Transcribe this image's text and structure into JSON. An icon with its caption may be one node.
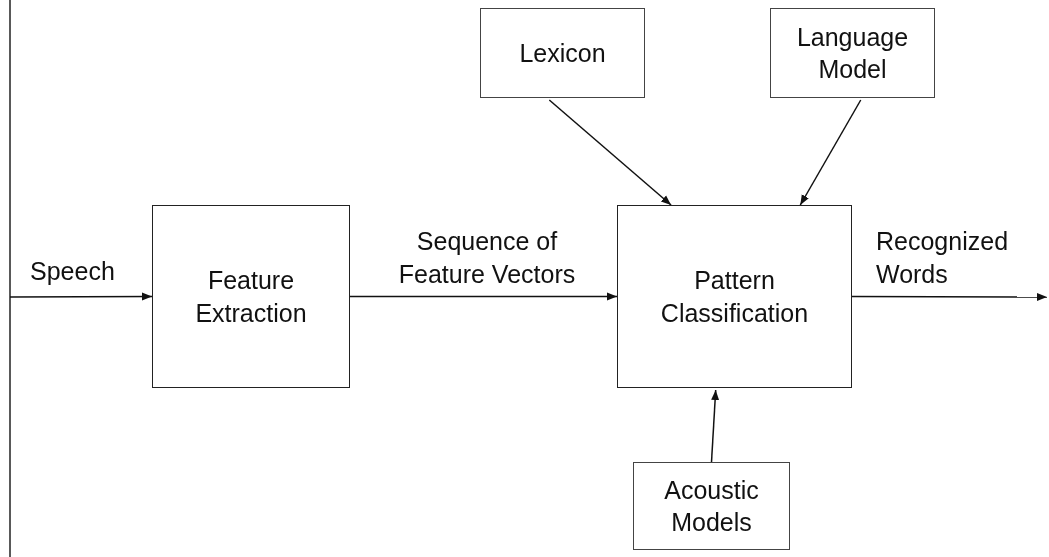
{
  "diagram": {
    "nodes": [
      {
        "text": [
          "Feature Extraction"
        ]
      },
      {
        "text": [
          "Pattern Classification"
        ]
      },
      {
        "text": [
          "Lexicon"
        ]
      },
      {
        "text": [
          "Language Model"
        ]
      },
      {
        "text": [
          "Acoustic Models"
        ]
      }
    ],
    "edges": [
      {
        "from": null,
        "to": 0,
        "arrow": "to",
        "label": "Speech"
      },
      {
        "from": 0,
        "to": 1,
        "arrow": "to",
        "label": "Sequence of Feature Vectors"
      },
      {
        "from": 1,
        "to": null,
        "arrow": "to",
        "label": "Recognized Words"
      },
      {
        "from": 2,
        "to": 1,
        "arrow": "to"
      },
      {
        "from": 3,
        "to": 1,
        "arrow": "to"
      },
      {
        "from": 4,
        "to": 1,
        "arrow": "to"
      }
    ]
  }
}
